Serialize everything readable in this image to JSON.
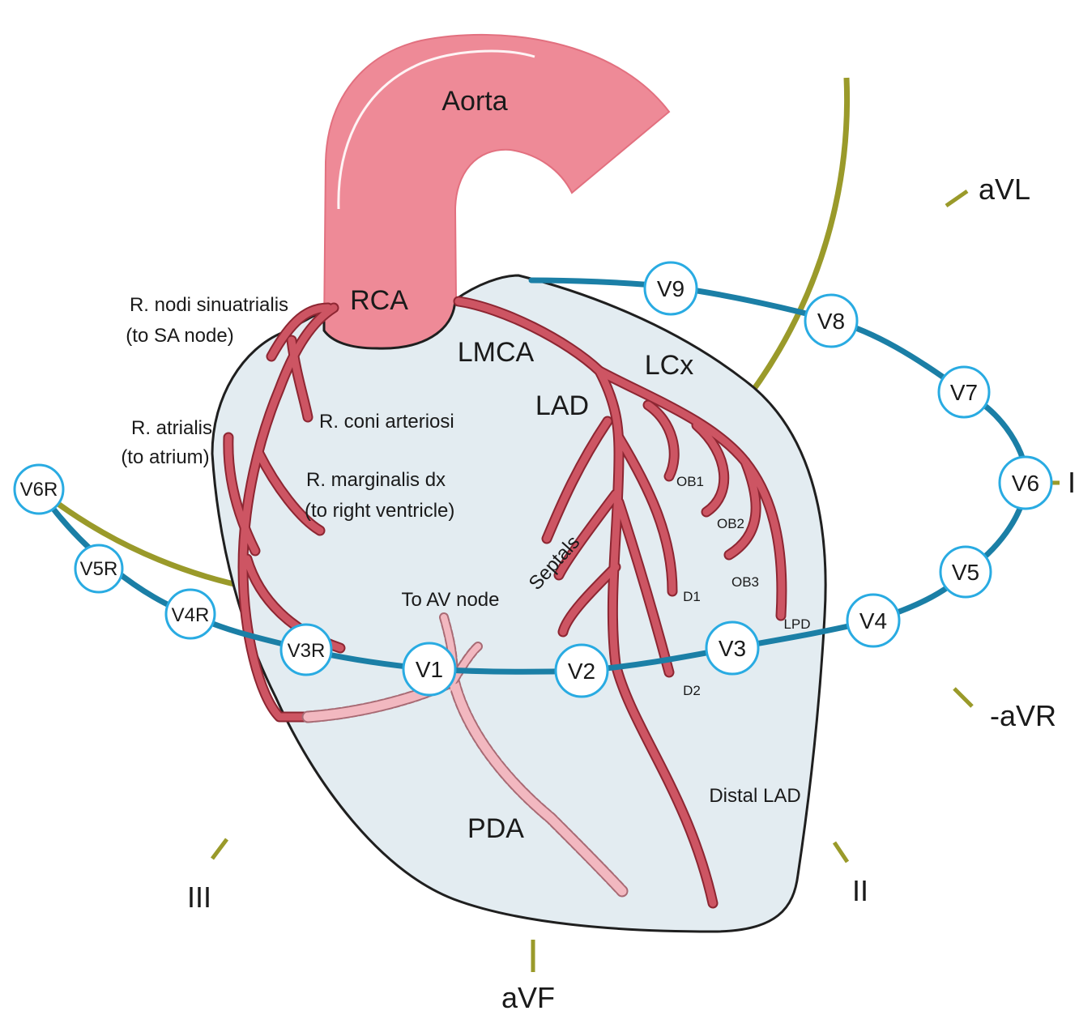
{
  "colors": {
    "aorta": "#ee8a97",
    "artery": "#cd5563",
    "artery_dark": "#8d2632",
    "heart_fill": "#e3ecf1",
    "heart_outline": "#1f1f1f",
    "electrode_line": "#1b7fa6",
    "electrode_border": "#29abe2",
    "lead_arc": "#9a9a2a",
    "pda": "#f2b8c0"
  },
  "labels": {
    "aorta": "Aorta",
    "rca": "RCA",
    "lmca": "LMCA",
    "lcx": "LCx",
    "lad": "LAD",
    "sa_node_1": "R. nodi sinuatrialis",
    "sa_node_2": "(to SA node)",
    "atrialis_1": "R. atrialis",
    "atrialis_2": "(to atrium)",
    "coni": "R. coni arteriosi",
    "marginalis_1": "R. marginalis dx",
    "marginalis_2": "(to right ventricle)",
    "septals": "Septals",
    "av_node": "To AV node",
    "ob1": "OB1",
    "ob2": "OB2",
    "ob3": "OB3",
    "d1": "D1",
    "d2": "D2",
    "lpd": "LPD",
    "distal_lad": "Distal LAD",
    "pda": "PDA"
  },
  "leads": {
    "avl": "aVL",
    "i": "I",
    "neg_avr": "-aVR",
    "ii": "II",
    "avf": "aVF",
    "iii": "III"
  },
  "electrodes": {
    "v1": "V1",
    "v2": "V2",
    "v3": "V3",
    "v4": "V4",
    "v5": "V5",
    "v6": "V6",
    "v7": "V7",
    "v8": "V8",
    "v9": "V9",
    "v3r": "V3R",
    "v4r": "V4R",
    "v5r": "V5R",
    "v6r": "V6R"
  }
}
